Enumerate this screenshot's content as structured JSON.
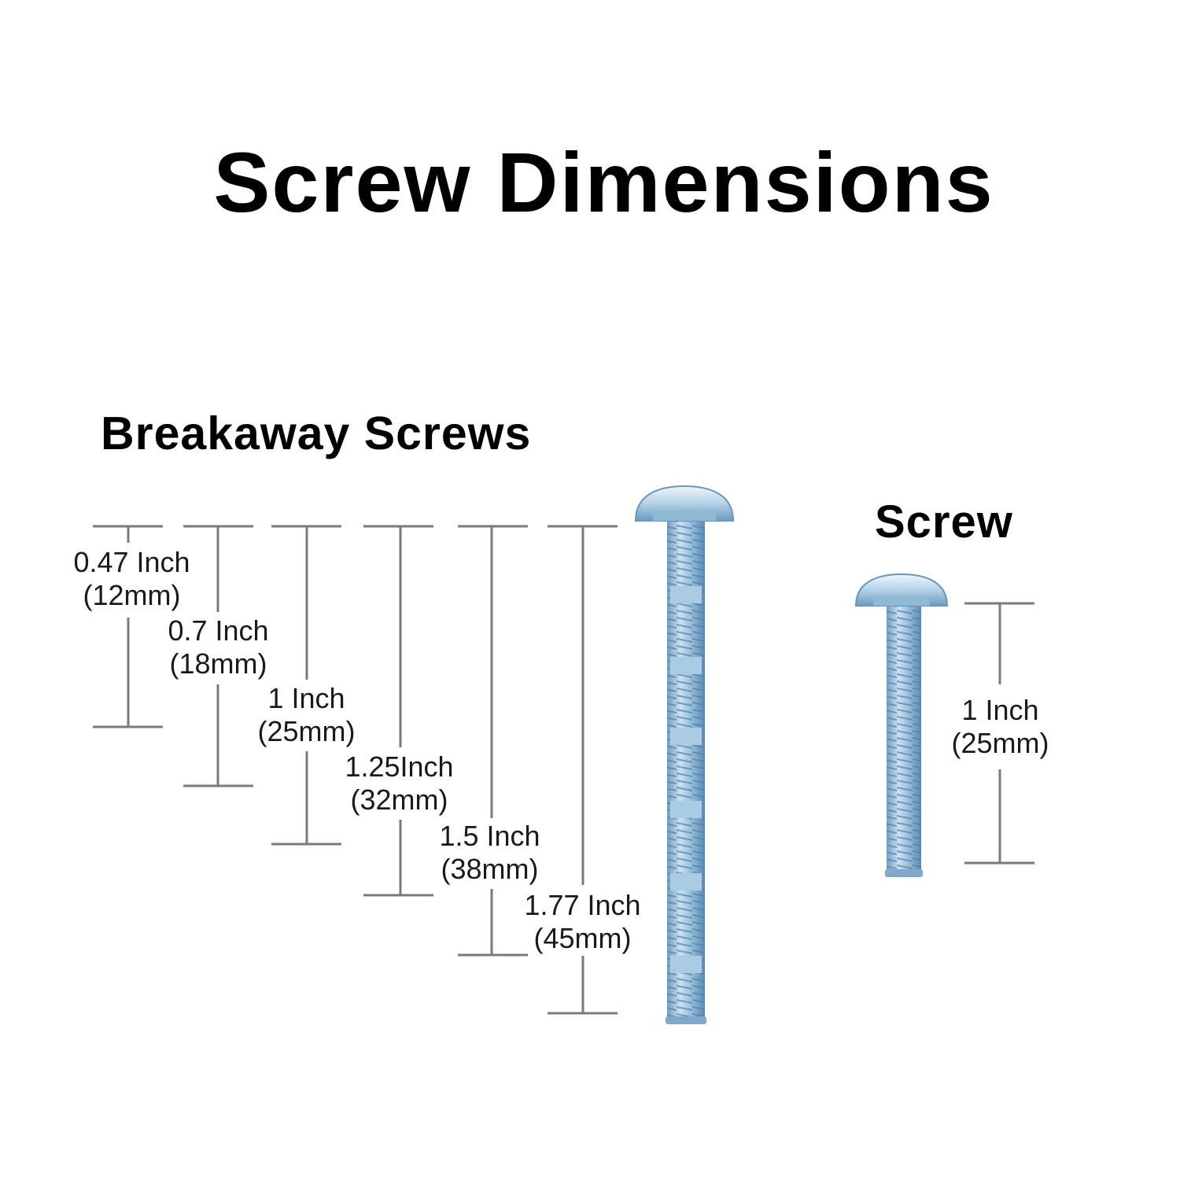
{
  "title": "Screw Dimensions",
  "sections": {
    "breakaway": {
      "title": "Breakaway Screws",
      "measurements": [
        {
          "inch": "0.47 Inch",
          "mm": "(12mm)"
        },
        {
          "inch": "0.7 Inch",
          "mm": "(18mm)"
        },
        {
          "inch": "1 Inch",
          "mm": "(25mm)"
        },
        {
          "inch": "1.25Inch",
          "mm": "(32mm)"
        },
        {
          "inch": "1.5 Inch",
          "mm": "(38mm)"
        },
        {
          "inch": "1.77 Inch",
          "mm": "(45mm)"
        }
      ]
    },
    "screw": {
      "title": "Screw",
      "measurement": {
        "inch": "1 Inch",
        "mm": "(25mm)"
      }
    }
  },
  "colors": {
    "dimension_line": "#7a7a7a",
    "screw_metal": "#9ec3de",
    "screw_dark": "#5f8fb6",
    "screw_light": "#d9ebf6"
  }
}
